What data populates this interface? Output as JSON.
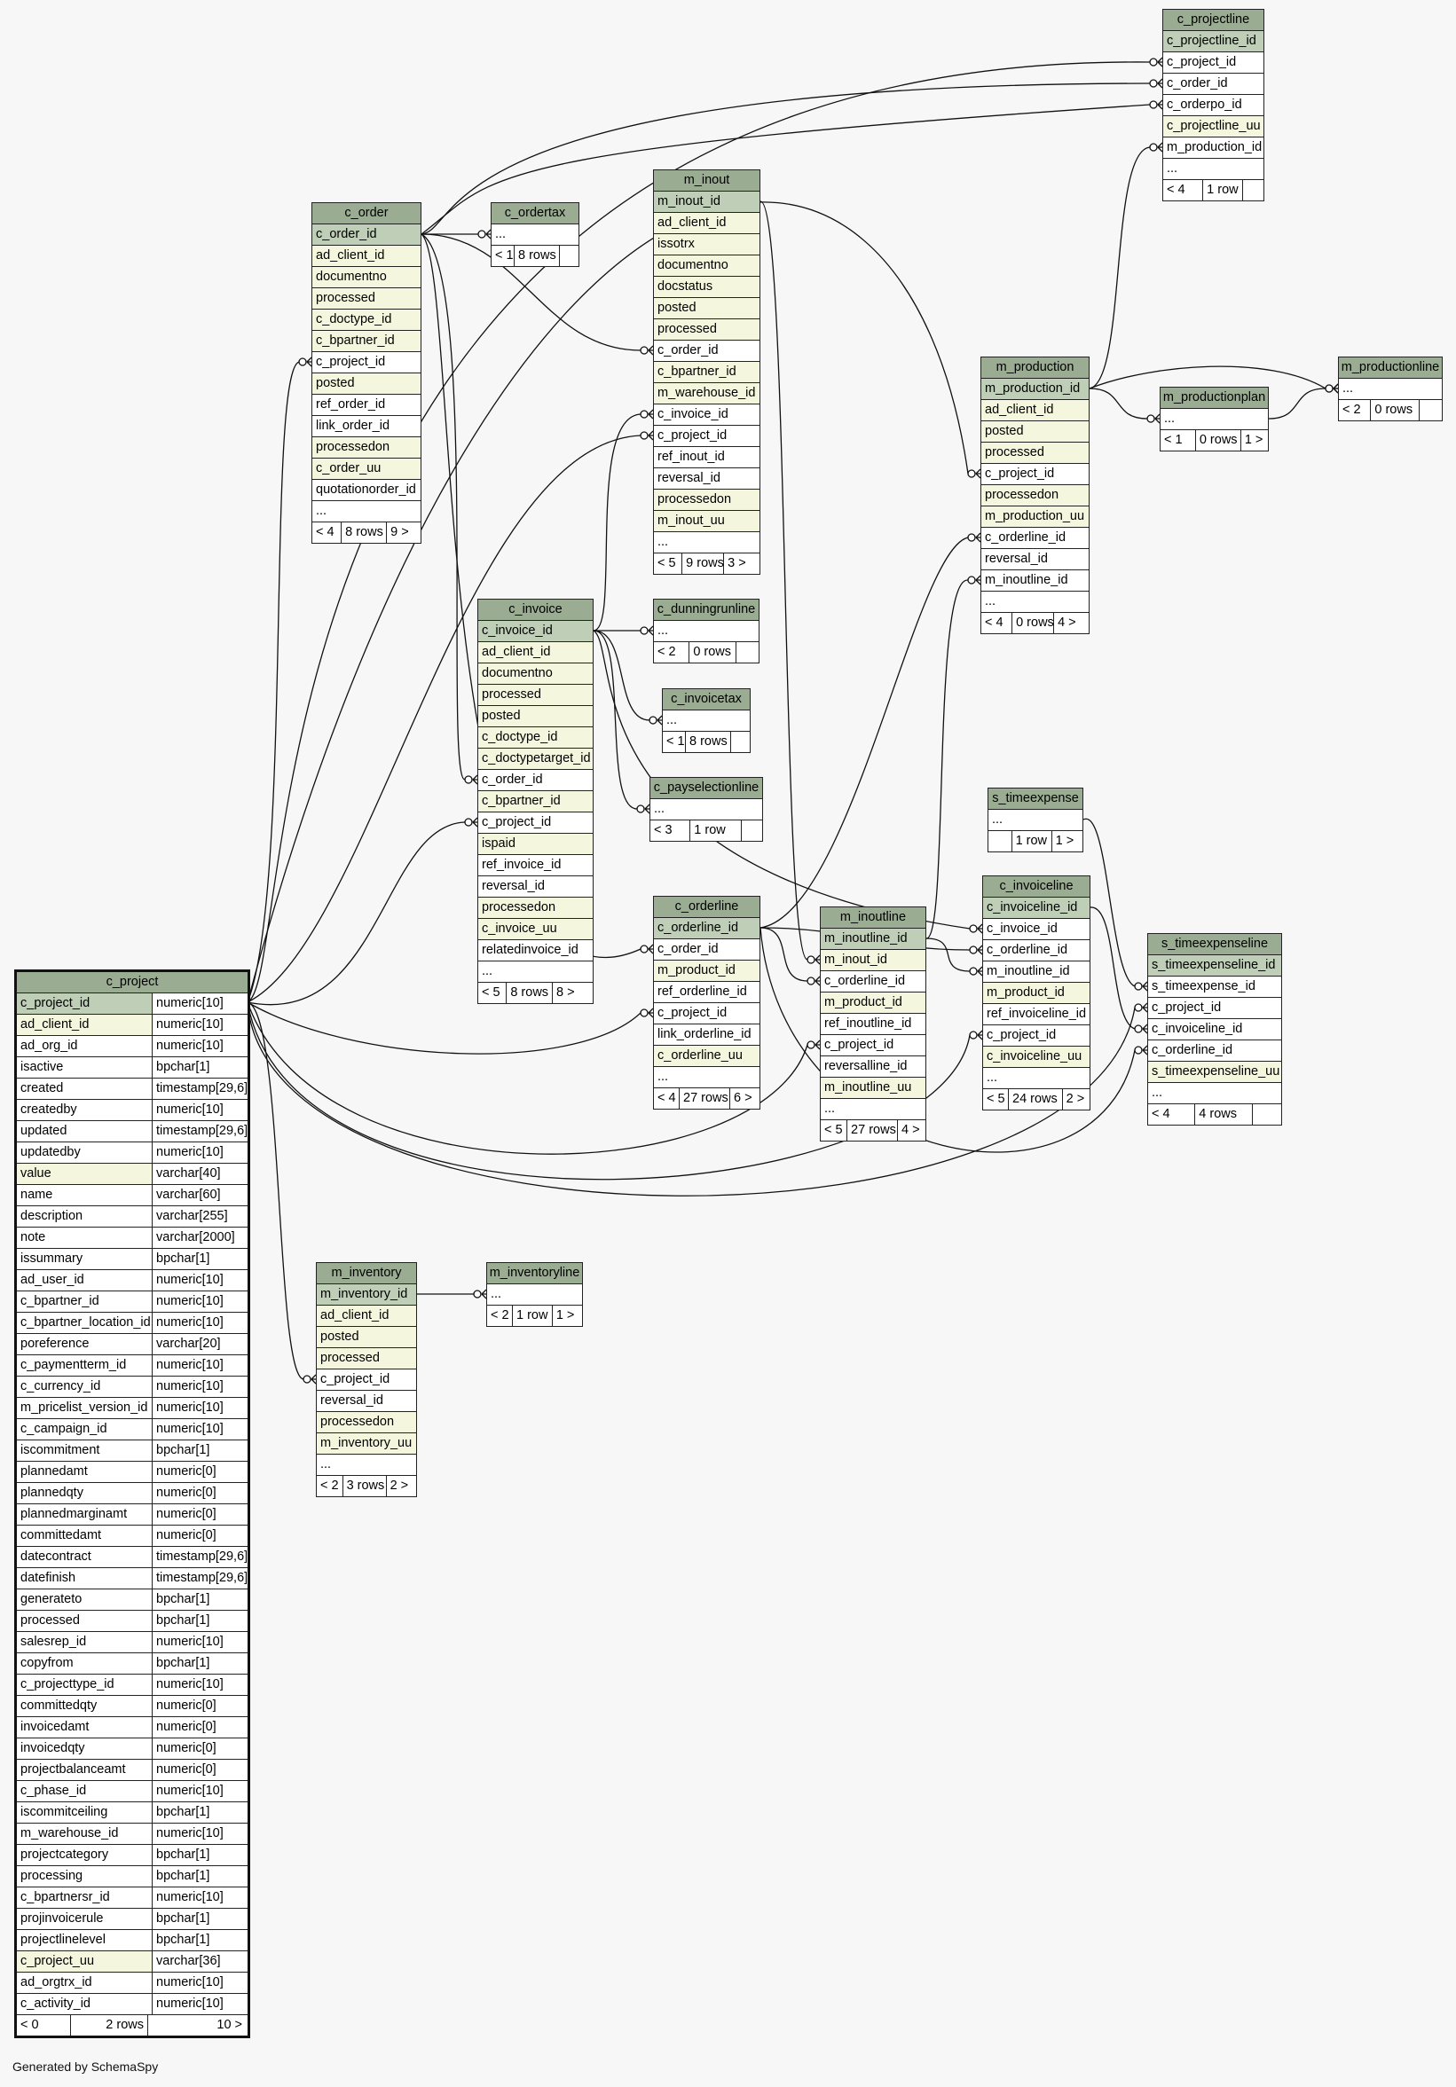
{
  "footer": "Generated by SchemaSpy",
  "c_project": {
    "title": "c_project",
    "columns": [
      [
        "c_project_id",
        "numeric[10]",
        "pk"
      ],
      [
        "ad_client_id",
        "numeric[10]",
        "y"
      ],
      [
        "ad_org_id",
        "numeric[10]",
        ""
      ],
      [
        "isactive",
        "bpchar[1]",
        ""
      ],
      [
        "created",
        "timestamp[29,6]",
        ""
      ],
      [
        "createdby",
        "numeric[10]",
        ""
      ],
      [
        "updated",
        "timestamp[29,6]",
        ""
      ],
      [
        "updatedby",
        "numeric[10]",
        ""
      ],
      [
        "value",
        "varchar[40]",
        "y"
      ],
      [
        "name",
        "varchar[60]",
        ""
      ],
      [
        "description",
        "varchar[255]",
        ""
      ],
      [
        "note",
        "varchar[2000]",
        ""
      ],
      [
        "issummary",
        "bpchar[1]",
        ""
      ],
      [
        "ad_user_id",
        "numeric[10]",
        ""
      ],
      [
        "c_bpartner_id",
        "numeric[10]",
        ""
      ],
      [
        "c_bpartner_location_id",
        "numeric[10]",
        ""
      ],
      [
        "poreference",
        "varchar[20]",
        ""
      ],
      [
        "c_paymentterm_id",
        "numeric[10]",
        ""
      ],
      [
        "c_currency_id",
        "numeric[10]",
        ""
      ],
      [
        "m_pricelist_version_id",
        "numeric[10]",
        ""
      ],
      [
        "c_campaign_id",
        "numeric[10]",
        ""
      ],
      [
        "iscommitment",
        "bpchar[1]",
        ""
      ],
      [
        "plannedamt",
        "numeric[0]",
        ""
      ],
      [
        "plannedqty",
        "numeric[0]",
        ""
      ],
      [
        "plannedmarginamt",
        "numeric[0]",
        ""
      ],
      [
        "committedamt",
        "numeric[0]",
        ""
      ],
      [
        "datecontract",
        "timestamp[29,6]",
        ""
      ],
      [
        "datefinish",
        "timestamp[29,6]",
        ""
      ],
      [
        "generateto",
        "bpchar[1]",
        ""
      ],
      [
        "processed",
        "bpchar[1]",
        ""
      ],
      [
        "salesrep_id",
        "numeric[10]",
        ""
      ],
      [
        "copyfrom",
        "bpchar[1]",
        ""
      ],
      [
        "c_projecttype_id",
        "numeric[10]",
        ""
      ],
      [
        "committedqty",
        "numeric[0]",
        ""
      ],
      [
        "invoicedamt",
        "numeric[0]",
        ""
      ],
      [
        "invoicedqty",
        "numeric[0]",
        ""
      ],
      [
        "projectbalanceamt",
        "numeric[0]",
        ""
      ],
      [
        "c_phase_id",
        "numeric[10]",
        ""
      ],
      [
        "iscommitceiling",
        "bpchar[1]",
        ""
      ],
      [
        "m_warehouse_id",
        "numeric[10]",
        ""
      ],
      [
        "projectcategory",
        "bpchar[1]",
        ""
      ],
      [
        "processing",
        "bpchar[1]",
        ""
      ],
      [
        "c_bpartnersr_id",
        "numeric[10]",
        ""
      ],
      [
        "projinvoicerule",
        "bpchar[1]",
        ""
      ],
      [
        "projectlinelevel",
        "bpchar[1]",
        ""
      ],
      [
        "c_project_uu",
        "varchar[36]",
        "y"
      ],
      [
        "ad_orgtrx_id",
        "numeric[10]",
        ""
      ],
      [
        "c_activity_id",
        "numeric[10]",
        ""
      ]
    ],
    "footer": [
      "< 0",
      "2 rows",
      "10 >"
    ]
  },
  "tables": [
    {
      "id": "c_projectline",
      "title": "c_projectline",
      "rows": [
        [
          "c_projectline_id",
          "pk"
        ],
        [
          "c_project_id",
          ""
        ],
        [
          "c_order_id",
          ""
        ],
        [
          "c_orderpo_id",
          ""
        ],
        [
          "c_projectline_uu",
          "y"
        ],
        [
          "m_production_id",
          ""
        ],
        [
          "...",
          ""
        ]
      ],
      "footer": [
        "< 4",
        "1 row",
        ""
      ]
    },
    {
      "id": "c_order",
      "title": "c_order",
      "rows": [
        [
          "c_order_id",
          "pk"
        ],
        [
          "ad_client_id",
          "y"
        ],
        [
          "documentno",
          "y"
        ],
        [
          "processed",
          "y"
        ],
        [
          "c_doctype_id",
          "y"
        ],
        [
          "c_bpartner_id",
          "y"
        ],
        [
          "c_project_id",
          ""
        ],
        [
          "posted",
          "y"
        ],
        [
          "ref_order_id",
          ""
        ],
        [
          "link_order_id",
          ""
        ],
        [
          "processedon",
          "y"
        ],
        [
          "c_order_uu",
          "y"
        ],
        [
          "quotationorder_id",
          ""
        ],
        [
          "...",
          ""
        ]
      ],
      "footer": [
        "< 4",
        "8 rows",
        "9 >"
      ]
    },
    {
      "id": "c_ordertax",
      "title": "c_ordertax",
      "rows": [
        [
          "...",
          ""
        ]
      ],
      "footer": [
        "< 1",
        "8 rows",
        ""
      ]
    },
    {
      "id": "m_inout",
      "title": "m_inout",
      "rows": [
        [
          "m_inout_id",
          "pk"
        ],
        [
          "ad_client_id",
          "y"
        ],
        [
          "issotrx",
          "y"
        ],
        [
          "documentno",
          "y"
        ],
        [
          "docstatus",
          "y"
        ],
        [
          "posted",
          "y"
        ],
        [
          "processed",
          "y"
        ],
        [
          "c_order_id",
          ""
        ],
        [
          "c_bpartner_id",
          "y"
        ],
        [
          "m_warehouse_id",
          "y"
        ],
        [
          "c_invoice_id",
          ""
        ],
        [
          "c_project_id",
          ""
        ],
        [
          "ref_inout_id",
          ""
        ],
        [
          "reversal_id",
          ""
        ],
        [
          "processedon",
          "y"
        ],
        [
          "m_inout_uu",
          "y"
        ],
        [
          "...",
          ""
        ]
      ],
      "footer": [
        "< 5",
        "9 rows",
        "3 >"
      ]
    },
    {
      "id": "m_production",
      "title": "m_production",
      "rows": [
        [
          "m_production_id",
          "pk"
        ],
        [
          "ad_client_id",
          "y"
        ],
        [
          "posted",
          "y"
        ],
        [
          "processed",
          "y"
        ],
        [
          "c_project_id",
          ""
        ],
        [
          "processedon",
          "y"
        ],
        [
          "m_production_uu",
          "y"
        ],
        [
          "c_orderline_id",
          ""
        ],
        [
          "reversal_id",
          ""
        ],
        [
          "m_inoutline_id",
          ""
        ],
        [
          "...",
          ""
        ]
      ],
      "footer": [
        "< 4",
        "0 rows",
        "4 >"
      ]
    },
    {
      "id": "m_productionplan",
      "title": "m_productionplan",
      "rows": [
        [
          "...",
          ""
        ]
      ],
      "footer": [
        "< 1",
        "0 rows",
        "1 >"
      ]
    },
    {
      "id": "m_productionline",
      "title": "m_productionline",
      "rows": [
        [
          "...",
          ""
        ]
      ],
      "footer": [
        "< 2",
        "0 rows",
        ""
      ]
    },
    {
      "id": "c_invoice",
      "title": "c_invoice",
      "rows": [
        [
          "c_invoice_id",
          "pk"
        ],
        [
          "ad_client_id",
          "y"
        ],
        [
          "documentno",
          "y"
        ],
        [
          "processed",
          "y"
        ],
        [
          "posted",
          "y"
        ],
        [
          "c_doctype_id",
          "y"
        ],
        [
          "c_doctypetarget_id",
          "y"
        ],
        [
          "c_order_id",
          ""
        ],
        [
          "c_bpartner_id",
          "y"
        ],
        [
          "c_project_id",
          ""
        ],
        [
          "ispaid",
          "y"
        ],
        [
          "ref_invoice_id",
          ""
        ],
        [
          "reversal_id",
          ""
        ],
        [
          "processedon",
          "y"
        ],
        [
          "c_invoice_uu",
          "y"
        ],
        [
          "relatedinvoice_id",
          ""
        ],
        [
          "...",
          ""
        ]
      ],
      "footer": [
        "< 5",
        "8 rows",
        "8 >"
      ]
    },
    {
      "id": "c_dunningrunline",
      "title": "c_dunningrunline",
      "rows": [
        [
          "...",
          ""
        ]
      ],
      "footer": [
        "< 2",
        "0 rows",
        ""
      ]
    },
    {
      "id": "c_invoicetax",
      "title": "c_invoicetax",
      "rows": [
        [
          "...",
          ""
        ]
      ],
      "footer": [
        "< 1",
        "8 rows",
        ""
      ]
    },
    {
      "id": "c_payselectionline",
      "title": "c_payselectionline",
      "rows": [
        [
          "...",
          ""
        ]
      ],
      "footer": [
        "< 3",
        "1 row",
        ""
      ]
    },
    {
      "id": "s_timeexpense",
      "title": "s_timeexpense",
      "rows": [
        [
          "...",
          ""
        ]
      ],
      "footer": [
        "",
        "1 row",
        "1 >"
      ]
    },
    {
      "id": "c_orderline",
      "title": "c_orderline",
      "rows": [
        [
          "c_orderline_id",
          "pk"
        ],
        [
          "c_order_id",
          ""
        ],
        [
          "m_product_id",
          "y"
        ],
        [
          "ref_orderline_id",
          ""
        ],
        [
          "c_project_id",
          ""
        ],
        [
          "link_orderline_id",
          ""
        ],
        [
          "c_orderline_uu",
          "y"
        ],
        [
          "...",
          ""
        ]
      ],
      "footer": [
        "< 4",
        "27 rows",
        "6 >"
      ]
    },
    {
      "id": "m_inoutline",
      "title": "m_inoutline",
      "rows": [
        [
          "m_inoutline_id",
          "pk"
        ],
        [
          "m_inout_id",
          "y"
        ],
        [
          "c_orderline_id",
          ""
        ],
        [
          "m_product_id",
          "y"
        ],
        [
          "ref_inoutline_id",
          ""
        ],
        [
          "c_project_id",
          ""
        ],
        [
          "reversalline_id",
          ""
        ],
        [
          "m_inoutline_uu",
          "y"
        ],
        [
          "...",
          ""
        ]
      ],
      "footer": [
        "< 5",
        "27 rows",
        "4 >"
      ]
    },
    {
      "id": "c_invoiceline",
      "title": "c_invoiceline",
      "rows": [
        [
          "c_invoiceline_id",
          "pk"
        ],
        [
          "c_invoice_id",
          ""
        ],
        [
          "c_orderline_id",
          ""
        ],
        [
          "m_inoutline_id",
          ""
        ],
        [
          "m_product_id",
          "y"
        ],
        [
          "ref_invoiceline_id",
          ""
        ],
        [
          "c_project_id",
          ""
        ],
        [
          "c_invoiceline_uu",
          "y"
        ],
        [
          "...",
          ""
        ]
      ],
      "footer": [
        "< 5",
        "24 rows",
        "2 >"
      ]
    },
    {
      "id": "s_timeexpenseline",
      "title": "s_timeexpenseline",
      "rows": [
        [
          "s_timeexpenseline_id",
          "pk"
        ],
        [
          "s_timeexpense_id",
          ""
        ],
        [
          "c_project_id",
          ""
        ],
        [
          "c_invoiceline_id",
          ""
        ],
        [
          "c_orderline_id",
          ""
        ],
        [
          "s_timeexpenseline_uu",
          "y"
        ],
        [
          "...",
          ""
        ]
      ],
      "footer": [
        "< 4",
        "4 rows",
        ""
      ]
    },
    {
      "id": "m_inventory",
      "title": "m_inventory",
      "rows": [
        [
          "m_inventory_id",
          "pk"
        ],
        [
          "ad_client_id",
          "y"
        ],
        [
          "posted",
          "y"
        ],
        [
          "processed",
          "y"
        ],
        [
          "c_project_id",
          ""
        ],
        [
          "reversal_id",
          ""
        ],
        [
          "processedon",
          "y"
        ],
        [
          "m_inventory_uu",
          "y"
        ],
        [
          "...",
          ""
        ]
      ],
      "footer": [
        "< 2",
        "3 rows",
        "2 >"
      ]
    },
    {
      "id": "m_inventoryline",
      "title": "m_inventoryline",
      "rows": [
        [
          "...",
          ""
        ]
      ],
      "footer": [
        "< 2",
        "1 row",
        "1 >"
      ]
    }
  ]
}
